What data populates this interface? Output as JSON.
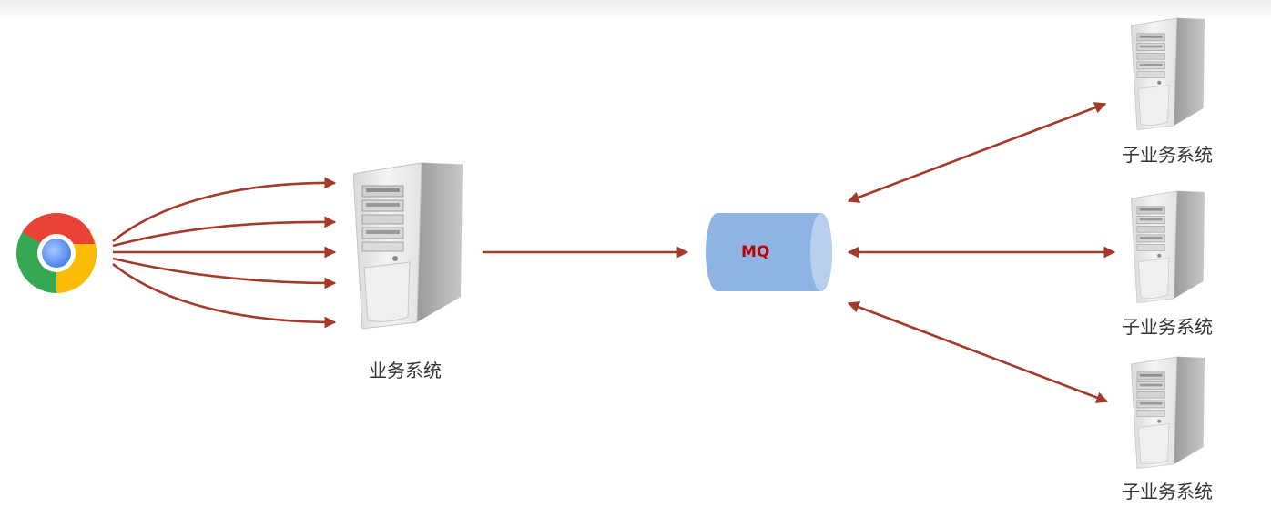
{
  "nodes": {
    "client": {
      "icon": "chrome-browser-icon"
    },
    "business_system": {
      "label": "业务系统",
      "icon": "server-tower-icon"
    },
    "mq": {
      "label": "MQ"
    },
    "sub_systems": [
      {
        "label": "子业务系统",
        "icon": "server-tower-icon"
      },
      {
        "label": "子业务系统",
        "icon": "server-tower-icon"
      },
      {
        "label": "子业务系统",
        "icon": "server-tower-icon"
      }
    ]
  },
  "colors": {
    "arrow": "#a33a2a",
    "mq_body": "#8eb4e3",
    "mq_cap": "#b8d0ee",
    "mq_text": "#c00000",
    "label_text": "#333333"
  },
  "edges": {
    "client_to_business": 5,
    "business_to_mq": 1,
    "mq_to_sub_systems": 3,
    "mq_sub_bidirectional": true
  }
}
